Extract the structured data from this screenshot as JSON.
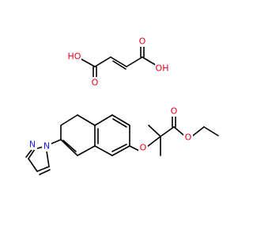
{
  "colors": {
    "background": "#ffffff",
    "bond": "#000000",
    "oxygen": "#e8001c",
    "nitrogen": "#1a1aff"
  },
  "molecules": [
    {
      "name": "fumaric-acid",
      "labels": [
        {
          "id": "fa-OH-left",
          "text": "HO",
          "element": "O"
        },
        {
          "id": "fa-O-carbonyl-left",
          "text": "O",
          "element": "O"
        },
        {
          "id": "fa-O-carbonyl-right",
          "text": "O",
          "element": "O"
        },
        {
          "id": "fa-OH-right",
          "text": "OH",
          "element": "O"
        }
      ]
    },
    {
      "name": "imidazolyl-dihydronaphthyloxy-ester",
      "labels": [
        {
          "id": "m-N-imidazole-top",
          "text": "N",
          "element": "N"
        },
        {
          "id": "m-N-imidazole-attach",
          "text": "N",
          "element": "N"
        },
        {
          "id": "m-O-ether",
          "text": "O",
          "element": "O"
        },
        {
          "id": "m-O-carbonyl",
          "text": "O",
          "element": "O"
        },
        {
          "id": "m-O-ester",
          "text": "O",
          "element": "O"
        }
      ]
    }
  ]
}
